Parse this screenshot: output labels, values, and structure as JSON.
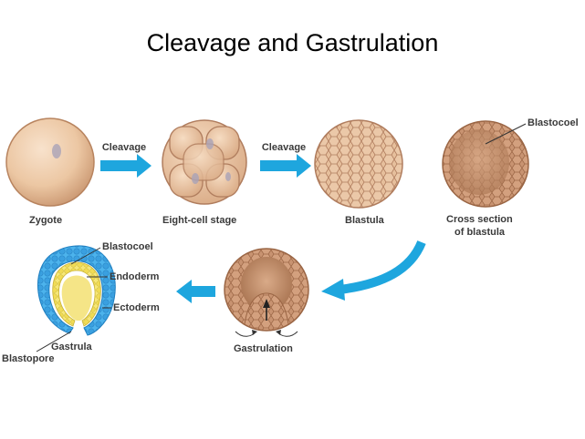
{
  "title": "Cleavage and Gastrulation",
  "arrows": {
    "cleavage_1": "Cleavage",
    "cleavage_2": "Cleavage"
  },
  "stages": {
    "zygote": "Zygote",
    "eight_cell": "Eight-cell stage",
    "blastula": "Blastula",
    "cross_section_1": "Cross section",
    "cross_section_2": "of blastula",
    "gastrulation": "Gastrulation",
    "gastrula": "Gastrula"
  },
  "callouts": {
    "blastocoel_top": "Blastocoel",
    "blastocoel_gastrula": "Blastocoel",
    "endoderm": "Endoderm",
    "ectoderm": "Ectoderm",
    "blastopore": "Blastopore"
  },
  "colors": {
    "cell_fill": "#e8c4a4",
    "cell_outline": "#b07d5e",
    "arrow_blue": "#1ea6de",
    "ectoderm_blue": "#3aa8e6",
    "endoderm_yellow": "#f5e36a"
  }
}
